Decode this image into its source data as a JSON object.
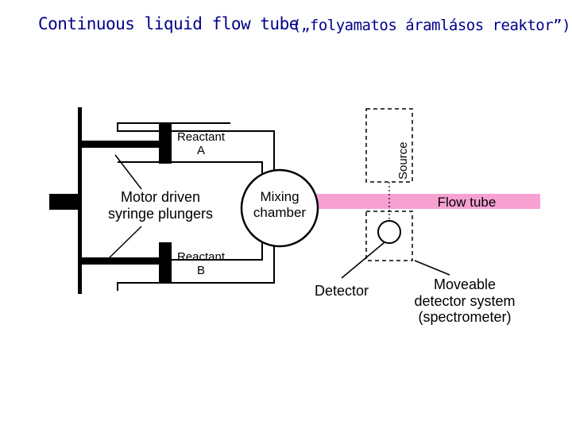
{
  "title": {
    "main": "Continuous liquid flow tube",
    "subtitle": "(„folyamatos áramlásos reaktor”)"
  },
  "labels": {
    "reactant_a": [
      "Reactant",
      "A"
    ],
    "reactant_b": [
      "Reactant",
      "B"
    ],
    "motor": [
      "Motor driven",
      "syringe plungers"
    ],
    "mixing": [
      "Mixing",
      "chamber"
    ],
    "flow_tube": "Flow tube",
    "source": "Source",
    "detector": "Detector",
    "moveable": [
      "Moveable",
      "detector system",
      "(spectrometer)"
    ]
  },
  "colors": {
    "title": "#00008b",
    "flow_tube": "#f7a1d3",
    "line": "#000000"
  }
}
